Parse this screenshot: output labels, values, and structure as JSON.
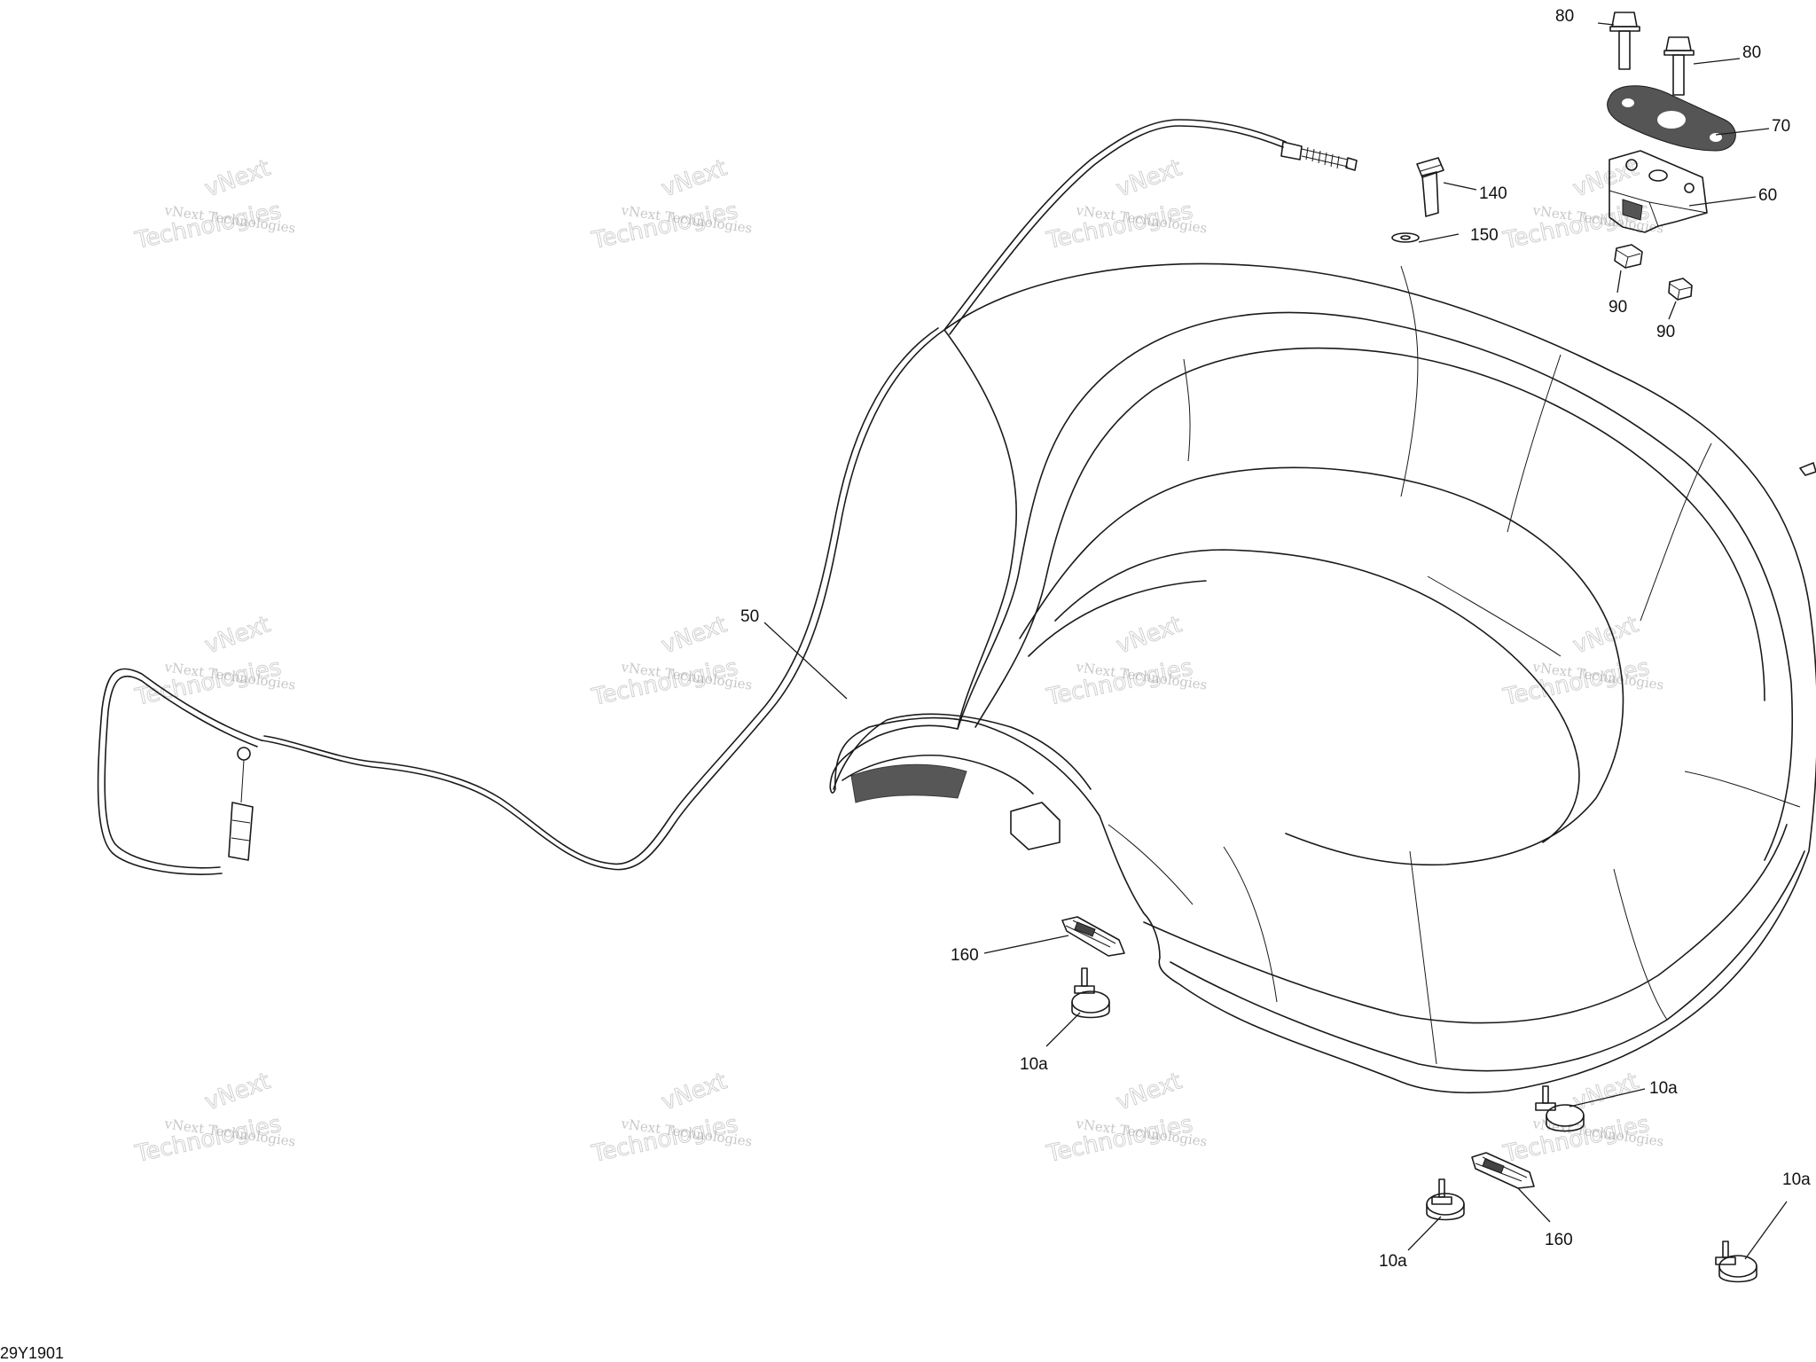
{
  "drawing_code": "29Y1901",
  "watermark": {
    "line1": "vNext Technologies",
    "line2": "vNext",
    "line3": "Technologies"
  },
  "callouts": [
    {
      "id": "c80a",
      "label": "80"
    },
    {
      "id": "c80b",
      "label": "80"
    },
    {
      "id": "c70",
      "label": "70"
    },
    {
      "id": "c60",
      "label": "60"
    },
    {
      "id": "c140",
      "label": "140"
    },
    {
      "id": "c150",
      "label": "150"
    },
    {
      "id": "c90a",
      "label": "90"
    },
    {
      "id": "c90b",
      "label": "90"
    },
    {
      "id": "c50",
      "label": "50"
    },
    {
      "id": "c160a",
      "label": "160"
    },
    {
      "id": "c10a_a",
      "label": "10a"
    },
    {
      "id": "c10a_b",
      "label": "10a"
    },
    {
      "id": "c10a_c",
      "label": "10a"
    },
    {
      "id": "c10a_d",
      "label": "10a"
    },
    {
      "id": "c160b",
      "label": "160"
    }
  ]
}
